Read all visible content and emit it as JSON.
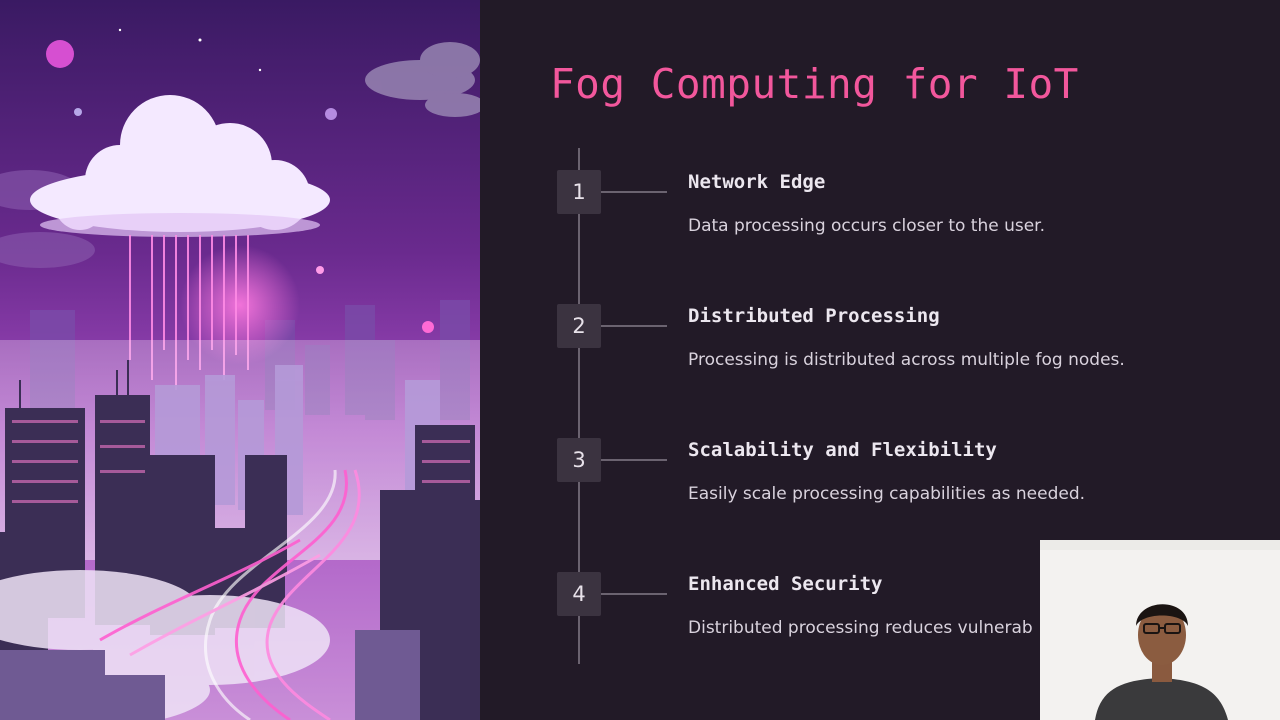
{
  "slide": {
    "title": "Fog Computing for IoT",
    "steps": [
      {
        "number": "1",
        "title": "Network Edge",
        "description": "Data processing occurs closer to the user."
      },
      {
        "number": "2",
        "title": "Distributed Processing",
        "description": "Processing is distributed across multiple fog nodes."
      },
      {
        "number": "3",
        "title": "Scalability and Flexibility",
        "description": "Easily scale processing capabilities as needed."
      },
      {
        "number": "4",
        "title": "Enhanced Security",
        "description": "Distributed processing reduces vulnerab"
      }
    ]
  },
  "illustration": {
    "subject": "city-cloud-illustration"
  },
  "webcam": {
    "subject": "presenter-webcam"
  },
  "colors": {
    "accent": "#f2579c",
    "background": "#221a27",
    "badge": "#3b3340"
  }
}
